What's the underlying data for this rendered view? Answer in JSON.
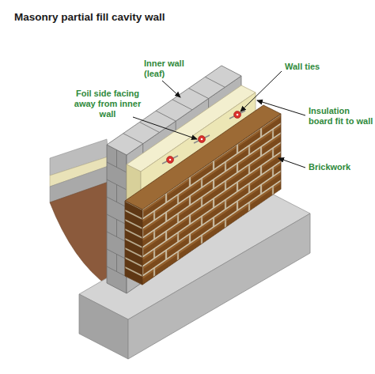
{
  "diagram": {
    "title": "Masonry partial fill cavity wall",
    "labels": [
      "Inner wall (leaf)",
      "Wall ties",
      "Foil side facing away from inner wall",
      "Insulation board fit to wall",
      "Brickwork"
    ]
  }
}
